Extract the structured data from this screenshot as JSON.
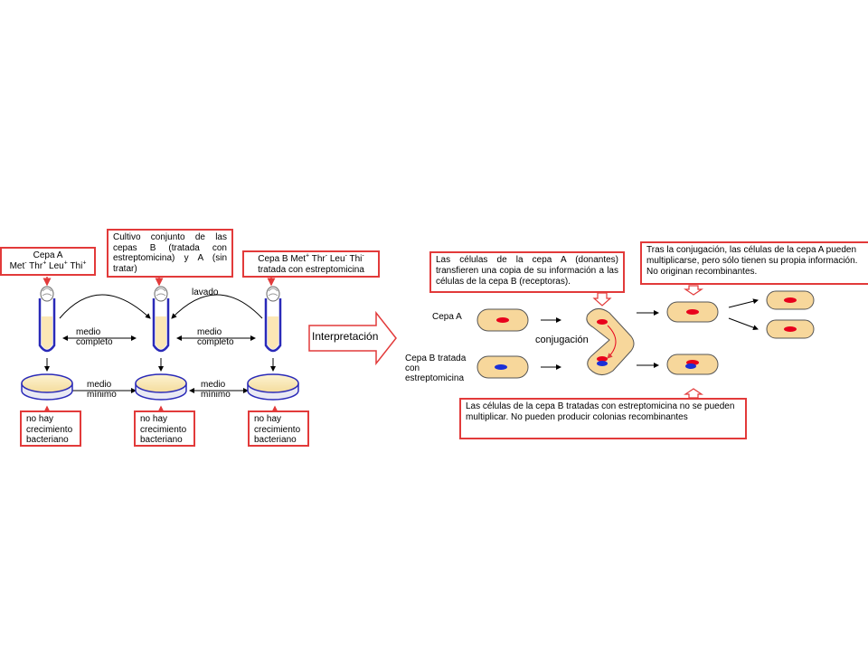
{
  "left": {
    "cepa_a": {
      "line1": "Cepa A",
      "genotype": [
        "Met",
        "-",
        " Thr",
        "+",
        " Leu",
        "+",
        " Thi",
        "+"
      ]
    },
    "cultivo": "Cultivo conjunto de las cepas B (tratada con estreptomicina) y A (sin tratar)",
    "cepa_b": {
      "genotype": [
        "Cepa B Met",
        "+",
        " Thr",
        "-",
        " Leu",
        "-",
        " Thi",
        "-"
      ],
      "line2": "tratada con estreptomicina"
    },
    "lavado": "lavado",
    "medio_completo": "medio completo",
    "medio_minimo": "medio mínimo",
    "no_growth": "no hay crecimiento bacteriano"
  },
  "interpretation_label": "Interpretación",
  "right": {
    "donor_box": "Las células de la cepa A (donantes) transfieren una copia de su información a las células de la cepa B (receptoras).",
    "after_box": "Tras la conjugación, las células de la cepa A pueden multiplicarse, pero sólo tienen su propia información. No originan recombinantes.",
    "strep_box": "Las células de la cepa B tratadas con estreptomicina no se pueden multiplicar. No pueden producir colonias recombinantes",
    "cepa_a_label": "Cepa A",
    "cepa_b_label": "Cepa B tratada con estreptomicina",
    "conjugation_label": "conjugación"
  },
  "colors": {
    "border": "#e23a3a",
    "cell_fill": "#f7d79b",
    "red_dna": "#e8001c",
    "blue_dna": "#1a2fd8",
    "medium": "#fbe7b5",
    "tube_blue": "#2a2ab8"
  }
}
